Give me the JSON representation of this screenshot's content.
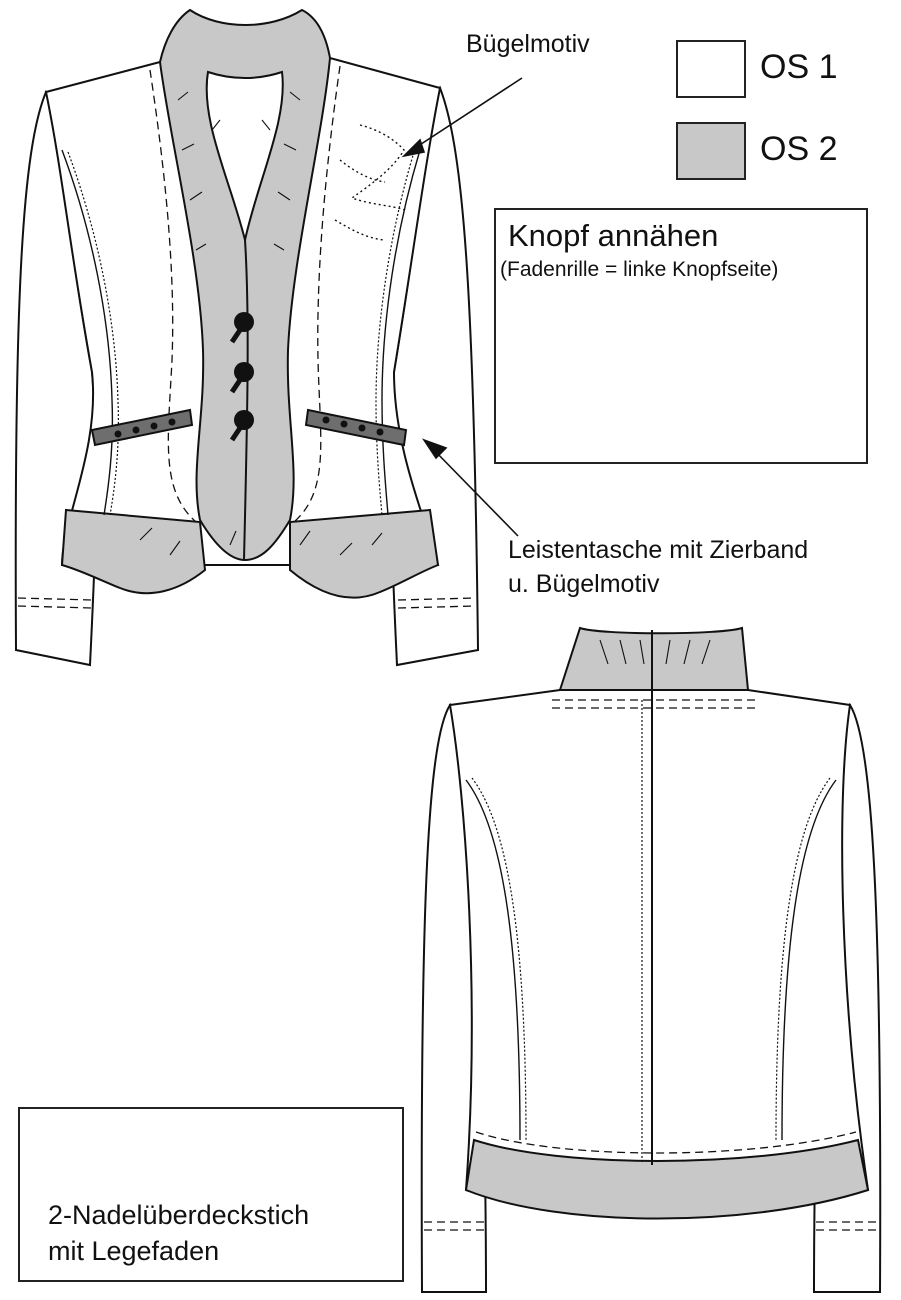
{
  "labels": {
    "buegelmotiv": "Bügelmotiv",
    "tasche_line1": "Leistentasche mit Zierband",
    "tasche_line2": "u. Bügelmotiv"
  },
  "legend": {
    "os1": "OS 1",
    "os2": "OS 2",
    "os1_color": "#ffffff",
    "os2_color": "#c8c8c8"
  },
  "button_box": {
    "title": "Knopf annähen",
    "subtitle": "(Fadenrille = linke Knopfseite)"
  },
  "stitch_box": {
    "line1": "2-Nadelüberdeckstich",
    "line2": "mit Legefaden"
  }
}
